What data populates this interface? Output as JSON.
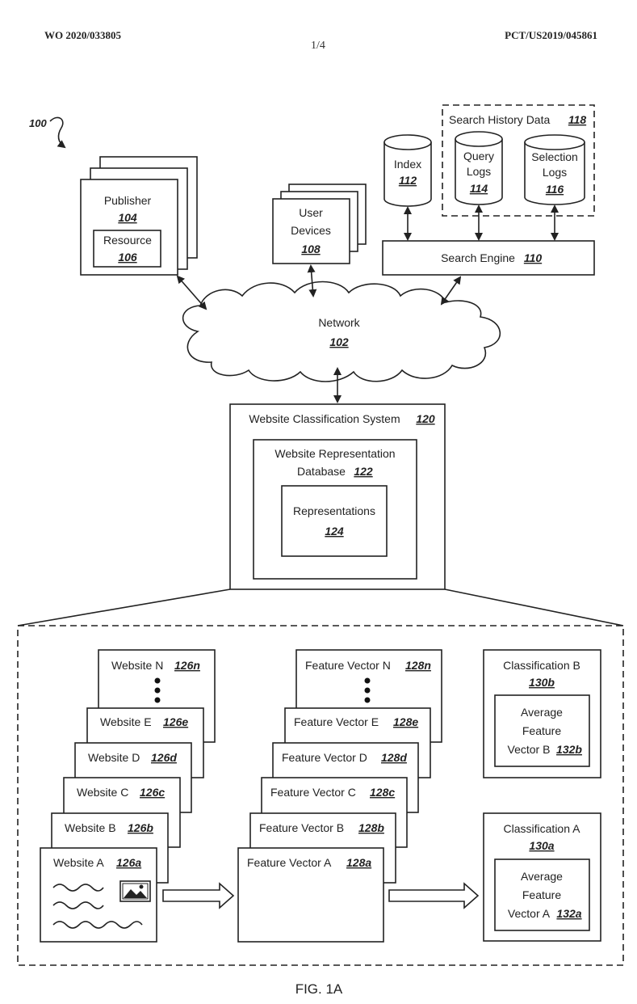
{
  "header": {
    "pub_number": "WO 2020/033805",
    "page": "1/4",
    "app_number": "PCT/US2019/045861"
  },
  "ref_system": "100",
  "nodes": {
    "publisher": {
      "label": "Publisher",
      "ref": "104"
    },
    "resource": {
      "label": "Resource",
      "ref": "106"
    },
    "user_devices": {
      "label1": "User",
      "label2": "Devices",
      "ref": "108"
    },
    "index": {
      "label": "Index",
      "ref": "112"
    },
    "search_history": {
      "label": "Search History Data",
      "ref": "118"
    },
    "query_logs": {
      "label1": "Query",
      "label2": "Logs",
      "ref": "114"
    },
    "selection_logs": {
      "label1": "Selection",
      "label2": "Logs",
      "ref": "116"
    },
    "search_engine": {
      "label": "Search Engine",
      "ref": "110"
    },
    "network": {
      "label": "Network",
      "ref": "102"
    },
    "wcs": {
      "label": "Website Classification System",
      "ref": "120"
    },
    "wrd": {
      "label1": "Website Representation",
      "label2": "Database",
      "ref": "122"
    },
    "representations": {
      "label": "Representations",
      "ref": "124"
    }
  },
  "websites": [
    {
      "label": "Website N",
      "ref": "126n"
    },
    {
      "label": "Website E",
      "ref": "126e"
    },
    {
      "label": "Website D",
      "ref": "126d"
    },
    {
      "label": "Website C",
      "ref": "126c"
    },
    {
      "label": "Website B",
      "ref": "126b"
    },
    {
      "label": "Website A",
      "ref": "126a"
    }
  ],
  "feature_vectors": [
    {
      "label": "Feature Vector N",
      "ref": "128n"
    },
    {
      "label": "Feature Vector E",
      "ref": "128e"
    },
    {
      "label": "Feature Vector D",
      "ref": "128d"
    },
    {
      "label": "Feature Vector C",
      "ref": "128c"
    },
    {
      "label": "Feature Vector B",
      "ref": "128b"
    },
    {
      "label": "Feature Vector A",
      "ref": "128a"
    }
  ],
  "classifications": {
    "b": {
      "label": "Classification B",
      "ref": "130b",
      "avg1": "Average",
      "avg2": "Feature",
      "avg3": "Vector B",
      "avg_ref": "132b"
    },
    "a": {
      "label": "Classification A",
      "ref": "130a",
      "avg1": "Average",
      "avg2": "Feature",
      "avg3": "Vector A",
      "avg_ref": "132a"
    }
  },
  "figure_label": "FIG. 1A"
}
